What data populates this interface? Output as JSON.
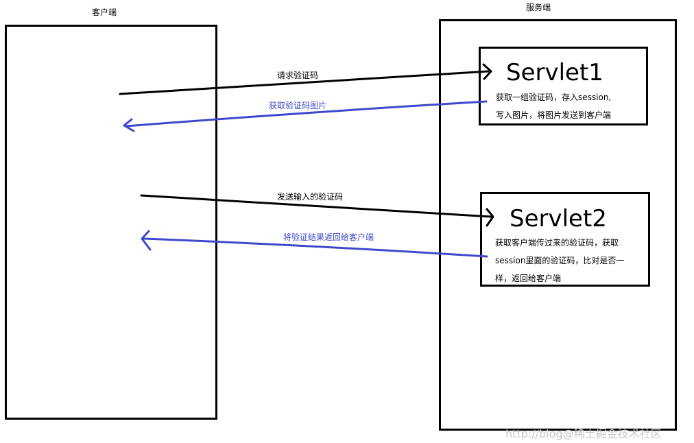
{
  "client": {
    "label": "客户端"
  },
  "server": {
    "label": "服务端"
  },
  "servlet1": {
    "title": "Servlet1",
    "desc_line1": "获取一组验证码，存入session,",
    "desc_line2": "写入图片，将图片发送到客户端"
  },
  "servlet2": {
    "title": "Servlet2",
    "desc_line1": "获取客户端传过来的验证码，获取",
    "desc_line2": "session里面的验证码，比对是否一",
    "desc_line3": "样，返回给客户端"
  },
  "arrows": {
    "request_code": "请求验证码",
    "get_image": "获取验证码图片",
    "send_input": "发送输入的验证码",
    "return_result": "将验证结果返回给客户端"
  },
  "colors": {
    "black_arrow": "#000000",
    "blue_arrow": "#3f48cc",
    "blue_text": "#3f48cc"
  },
  "watermark": {
    "text": "http://blog@稀土掘金技术社区"
  }
}
